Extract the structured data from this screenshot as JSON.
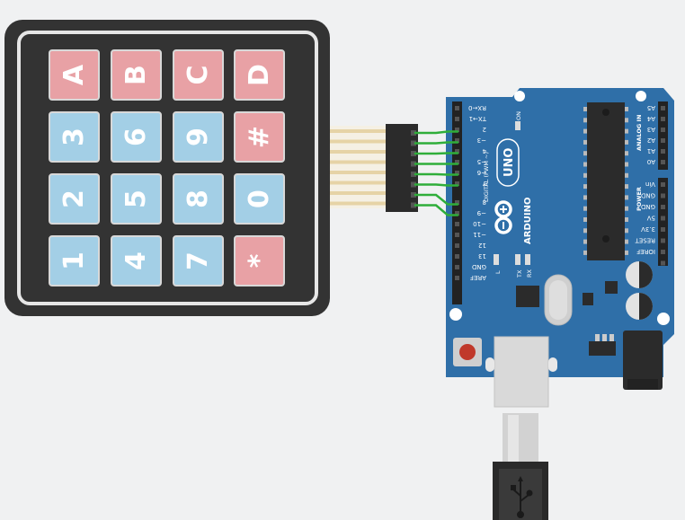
{
  "keypad": {
    "keys": [
      {
        "label": "A",
        "color": "#e8a1a5"
      },
      {
        "label": "B",
        "color": "#e8a1a5"
      },
      {
        "label": "C",
        "color": "#e8a1a5"
      },
      {
        "label": "D",
        "color": "#e8a1a5"
      },
      {
        "label": "3",
        "color": "#a3cfe6"
      },
      {
        "label": "6",
        "color": "#a3cfe6"
      },
      {
        "label": "9",
        "color": "#a3cfe6"
      },
      {
        "label": "#",
        "color": "#e8a1a5"
      },
      {
        "label": "2",
        "color": "#a3cfe6"
      },
      {
        "label": "5",
        "color": "#a3cfe6"
      },
      {
        "label": "8",
        "color": "#a3cfe6"
      },
      {
        "label": "0",
        "color": "#a3cfe6"
      },
      {
        "label": "1",
        "color": "#a3cfe6"
      },
      {
        "label": "4",
        "color": "#a3cfe6"
      },
      {
        "label": "7",
        "color": "#a3cfe6"
      },
      {
        "label": "*",
        "color": "#e8a1a5"
      }
    ]
  },
  "arduino": {
    "brand": "ARDUINO",
    "model": "UNO",
    "digital_label": "DIGITAL (PWM ~)",
    "analog_label": "ANALOG IN",
    "power_label": "POWER",
    "on_label": "ON",
    "l_label": "L",
    "tx_label": "TX",
    "rx_label": "RX",
    "digital_pins": [
      "RX←0",
      "TX→1",
      "2",
      "~3",
      "4",
      "~5",
      "~6",
      "7",
      "8",
      "~9",
      "~10",
      "~11",
      "12",
      "13",
      "GND",
      "AREF"
    ],
    "analog_pins": [
      "A5",
      "A4",
      "A3",
      "A2",
      "A1",
      "A0"
    ],
    "power_pins": [
      "Vin",
      "GND",
      "GND",
      "5V",
      "3.3V",
      "RESET",
      "IOREF"
    ],
    "board_color": "#2f6fa8",
    "wire_color": "#2fae3a"
  }
}
